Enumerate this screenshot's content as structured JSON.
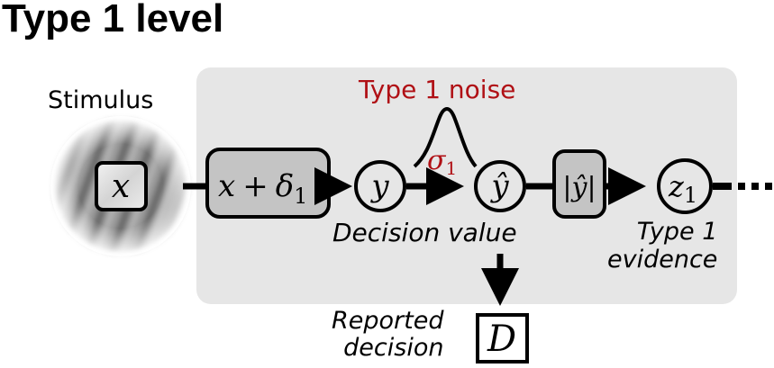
{
  "title": "Type 1 level",
  "labels": {
    "stimulus": "Stimulus",
    "type1_noise": "Type 1 noise",
    "decision_value": "Decision value",
    "type1_evidence_line1": "Type 1",
    "type1_evidence_line2": "evidence",
    "reported_decision_line1": "Reported",
    "reported_decision_line2": "decision"
  },
  "nodes": {
    "stimulus_var": "x",
    "transform_x": "x",
    "transform_plus": "+",
    "transform_delta": "δ",
    "transform_sub": "1",
    "y": "y",
    "yhat": "ŷ",
    "abs_yhat": "|ŷ|",
    "z": "z",
    "z_sub": "1",
    "sigma": "σ",
    "sigma_sub": "1",
    "decision": "D"
  },
  "continuation": "...",
  "colors": {
    "panel": "#e6e6e6",
    "box_fill": "#c4c4c4",
    "noise_red": "#b01015",
    "stroke": "#000000"
  }
}
